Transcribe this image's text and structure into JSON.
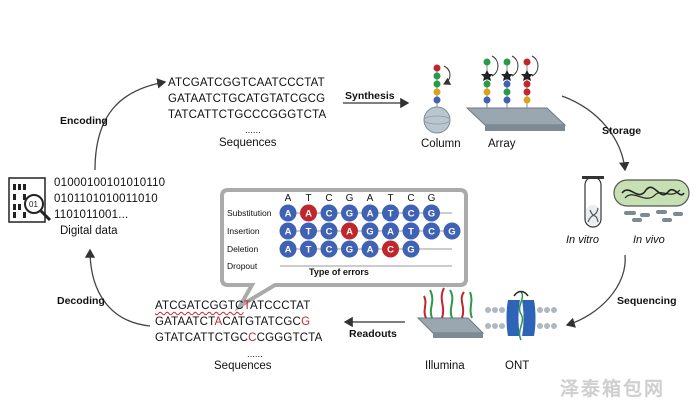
{
  "encoded_sequences": {
    "lines": [
      "ATCGATCGGTCAATCCCTAT",
      "GATAATCTGCATGTATCGCG",
      "TATCATTCTGCCCGGGTCTA"
    ],
    "ellipsis": "......",
    "label": "Sequences"
  },
  "binary": {
    "lines": [
      "01000100101010110",
      "0101101010011010",
      "1101011001..."
    ],
    "label": "Digital data"
  },
  "steps": {
    "encoding": "Encoding",
    "synthesis": "Synthesis",
    "storage": "Storage",
    "sequencing": "Sequencing",
    "readouts": "Readouts",
    "decoding": "Decoding"
  },
  "synthesis_outputs": {
    "column": "Column",
    "array": "Array"
  },
  "storage_outputs": {
    "in_vitro": "In vitro",
    "in_vivo": "In vivo"
  },
  "sequencers": {
    "illumina": "Illumina",
    "ont": "ONT"
  },
  "readout_sequences": {
    "line1": {
      "pre": "ATCGATCGGTC",
      "err": "T",
      "post": "ATCCCTAT"
    },
    "line2": {
      "pre": "GATAATCT",
      "err1": "A",
      "mid": "CATGTATCGC",
      "err2": "G"
    },
    "line3": {
      "pre": "GTATCATTCTGC",
      "err": "C",
      "post": "CGGGTCTA"
    },
    "ellipsis": "......",
    "label": "Sequences"
  },
  "errors": {
    "header": [
      "A",
      "T",
      "C",
      "G",
      "A",
      "T",
      "C",
      "G"
    ],
    "rows": [
      {
        "label": "Substitution",
        "bases": [
          "A",
          "A",
          "C",
          "G",
          "A",
          "T",
          "C",
          "G"
        ],
        "error_index": 1
      },
      {
        "label": "Insertion",
        "bases": [
          "A",
          "T",
          "C",
          "A",
          "G",
          "A",
          "T",
          "C",
          "G"
        ],
        "error_index": 3
      },
      {
        "label": "Deletion",
        "bases": [
          "A",
          "T",
          "C",
          "G",
          "A",
          "C",
          "G"
        ],
        "error_index": 5
      },
      {
        "label": "Dropout",
        "bases": [],
        "error_index": -1
      }
    ],
    "title": "Type of errors"
  },
  "colors": {
    "base": "#3f62b4",
    "error": "#c0272d",
    "arrow": "#333333",
    "wavy": "#c0272d"
  },
  "watermark": "泽泰箱包网"
}
